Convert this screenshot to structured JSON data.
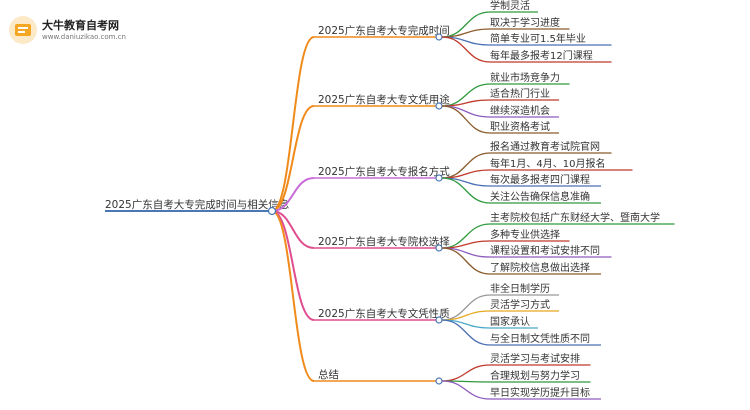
{
  "logo": {
    "title": "大牛教育自考网",
    "url": "www.daniuzikao.com.cn"
  },
  "mindmap": {
    "root": "2025广东自考大专完成时间与相关信息",
    "branches": [
      {
        "label": "2025广东自考大专完成时间",
        "color": "#f08a1a",
        "leaves": [
          "学制灵活",
          "取决于学习进度",
          "简单专业可1.5年毕业",
          "每年最多报考12门课程"
        ],
        "leaf_colors": [
          "#2e9a3e",
          "#8b5a2b",
          "#4a6fb3",
          "#c0392b"
        ]
      },
      {
        "label": "2025广东自考大专文凭用途",
        "color": "#f08a1a",
        "leaves": [
          "就业市场竞争力",
          "适合热门行业",
          "继续深造机会",
          "职业资格考试"
        ],
        "leaf_colors": [
          "#2e9a3e",
          "#c0392b",
          "#8e5bbf",
          "#8b5a2b"
        ]
      },
      {
        "label": "2025广东自考大专报名方式",
        "color": "#c86dd7",
        "leaves": [
          "报名通过教育考试院官网",
          "每年1月、4月、10月报名",
          "每次最多报考四门课程",
          "关注公告确保信息准确"
        ],
        "leaf_colors": [
          "#8b5a2b",
          "#c0392b",
          "#4a6fb3",
          "#2e9a3e"
        ]
      },
      {
        "label": "2025广东自考大专院校选择",
        "color": "#e04e8f",
        "leaves": [
          "主考院校包括广东财经大学、暨南大学",
          "多种专业供选择",
          "课程设置和考试安排不同",
          "了解院校信息做出选择"
        ],
        "leaf_colors": [
          "#2e9a3e",
          "#c0392b",
          "#8e5bbf",
          "#8b5a2b"
        ]
      },
      {
        "label": "2025广东自考大专文凭性质",
        "color": "#e04e8f",
        "leaves": [
          "非全日制学历",
          "灵活学习方式",
          "国家承认",
          "与全日制文凭性质不同"
        ],
        "leaf_colors": [
          "#999999",
          "#e6a820",
          "#4aa8c8",
          "#4a6fb3"
        ]
      },
      {
        "label": "总结",
        "color": "#f08a1a",
        "leaves": [
          "灵活学习与考试安排",
          "合理规划与努力学习",
          "早日实现学历提升目标"
        ],
        "leaf_colors": [
          "#c0392b",
          "#2e9a3e",
          "#8e5bbf"
        ]
      }
    ]
  }
}
